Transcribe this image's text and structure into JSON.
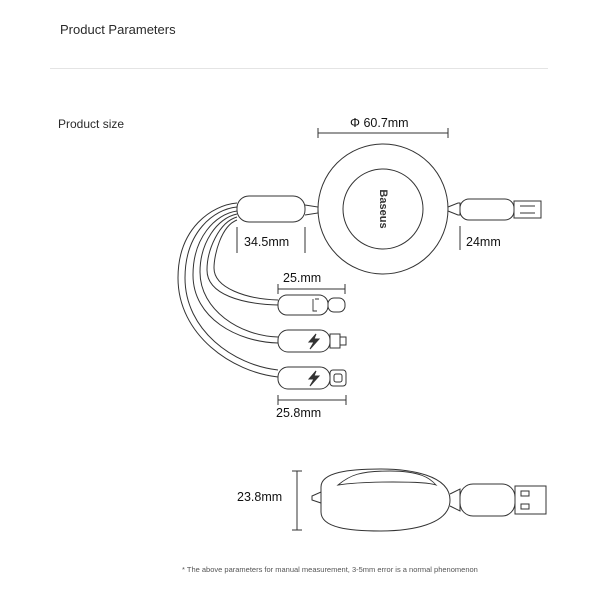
{
  "header": {
    "title": "Product Parameters"
  },
  "section": {
    "label": "Product size"
  },
  "dimensions": {
    "reel_diameter": "Φ 60.7mm",
    "connector_hub_length": "34.5mm",
    "usb_a_length": "24mm",
    "tip_length": "25.mm",
    "tip_total_length": "25.8mm",
    "reel_thickness": "23.8mm"
  },
  "brand": {
    "logo": "Baseus"
  },
  "icons": {
    "type_c_tip": "type-c-connector-icon",
    "lightning_tip": "lightning-bolt-icon",
    "micro_tip": "lightning-bolt-icon"
  },
  "footnote": "* The above parameters for manual measurement, 3-5mm error is a normal phenomenon"
}
